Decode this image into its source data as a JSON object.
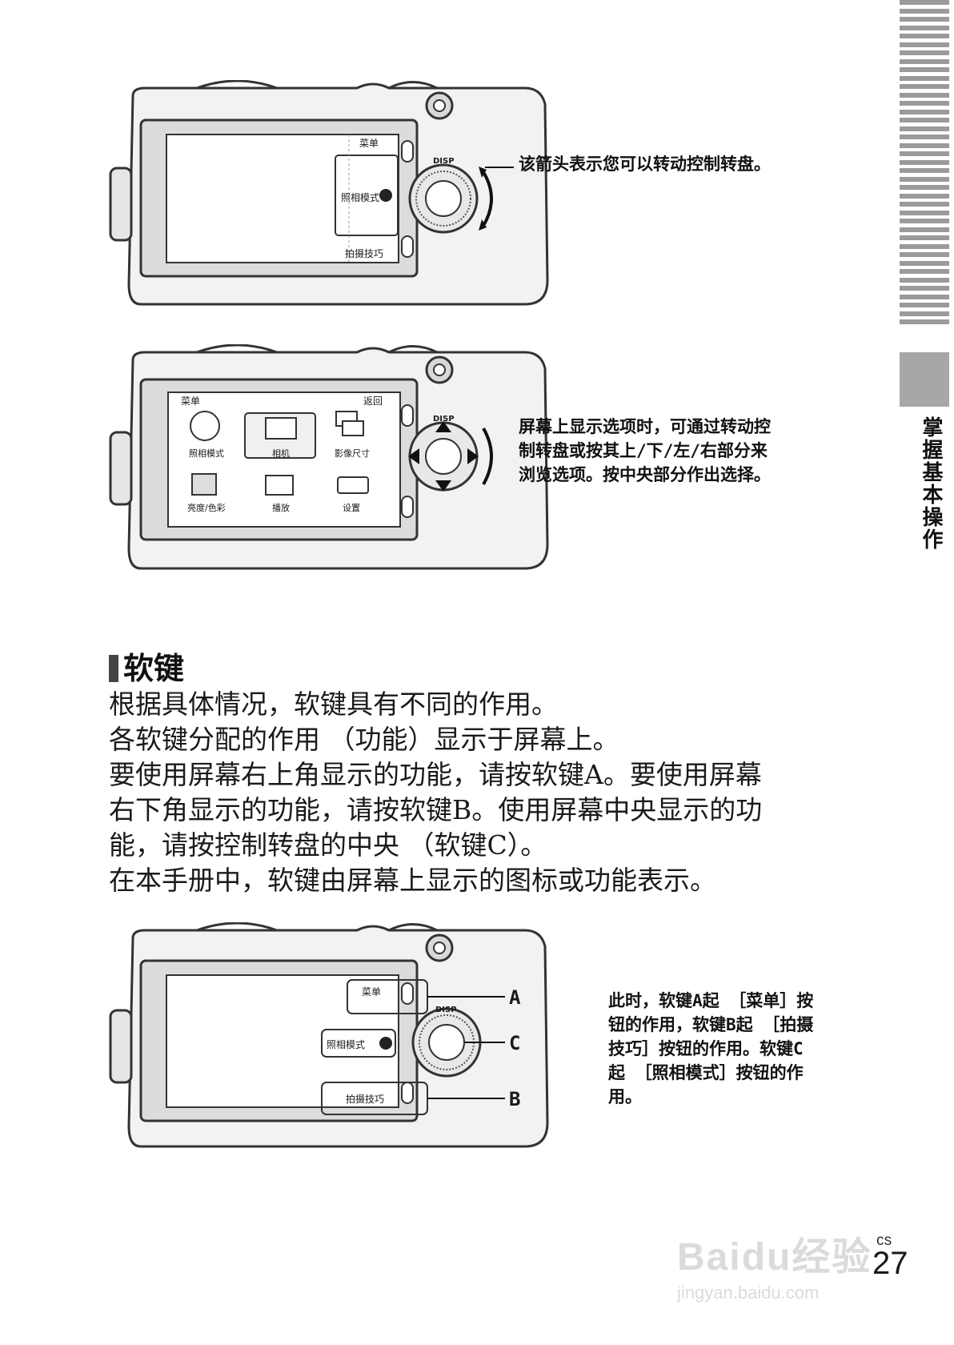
{
  "side_tab": {
    "title": "掌握基本操作"
  },
  "figure1": {
    "screen_top_right": "菜单",
    "screen_center": "照相模式",
    "screen_bottom_right": "拍摄技巧",
    "dial_label": "DISP",
    "callout": "该箭头表示您可以转动控制转盘。"
  },
  "figure2": {
    "header_left": "菜单",
    "header_right": "返回",
    "menu_items": [
      "照相模式",
      "相机",
      "影像尺寸",
      "亮度/色彩",
      "播放",
      "设置"
    ],
    "dial_label": "DISP",
    "callout_lines": [
      "屏幕上显示选项时，可通过转动控",
      "制转盘或按其上/下/左/右部分来",
      "浏览选项。按中央部分作出选择。"
    ]
  },
  "section": {
    "title": "软键",
    "paragraphs": [
      "根据具体情况，软键具有不同的作用。",
      "各软键分配的作用 （功能）显示于屏幕上。",
      "要使用屏幕右上角显示的功能，请按软键A。要使用屏幕",
      "右下角显示的功能，请按软键B。使用屏幕中央显示的功",
      "能，请按控制转盘的中央 （软键C）。",
      "在本手册中，软键由屏幕上显示的图标或功能表示。"
    ]
  },
  "figure3": {
    "screen_top_right": "菜单",
    "screen_center": "照相模式",
    "screen_bottom_right": "拍摄技巧",
    "dial_label": "DISP",
    "label_a": "A",
    "label_b": "B",
    "label_c": "C",
    "callout_lines": [
      "此时，软键A起 ［菜单］按",
      "钮的作用，软键B起 ［拍摄",
      "技巧］按钮的作用。软键C",
      "起 ［照相模式］按钮的作",
      "用。"
    ]
  },
  "page": {
    "lang_code": "CS",
    "number": "27"
  },
  "watermark": {
    "brand": "Baidu经验",
    "url": "jingyan.baidu.com"
  }
}
